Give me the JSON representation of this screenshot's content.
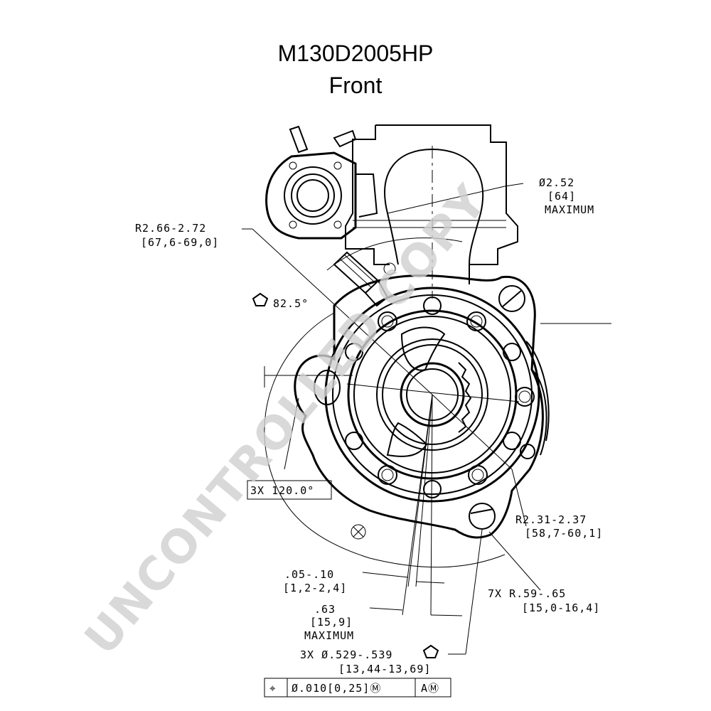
{
  "title": "M130D2005HP",
  "subtitle": "Front",
  "watermark": "UNCONTROLLED COPY",
  "dimensions": {
    "diameter_inch": "Ø2.52",
    "diameter_mm": "[64]",
    "diameter_note": "MAXIMUM",
    "radius1_inch": "R2.66-2.72",
    "radius1_mm": "[67,6-69,0]",
    "angle1": "82.5°",
    "angle2": "3X 120.0°",
    "radius2_inch": "R2.31-2.37",
    "radius2_mm": "[58,7-60,1]",
    "offset_inch": ".05-.10",
    "offset_mm": "[1,2-2,4]",
    "width_inch": ".63",
    "width_mm": "[15,9]",
    "width_note": "MAXIMUM",
    "holes_inch": "7X R.59-.65",
    "holes_mm": "[15,0-16,4]",
    "bolt_inch": "3X Ø.529-.539",
    "bolt_mm": "[13,44-13,69]",
    "fcf_position": "⌖",
    "fcf_tolerance": "Ø.010[0,25]Ⓜ",
    "fcf_datum": "AⓂ"
  },
  "colors": {
    "line": "#000000",
    "watermark": "#cfcfcf",
    "background": "#ffffff"
  }
}
